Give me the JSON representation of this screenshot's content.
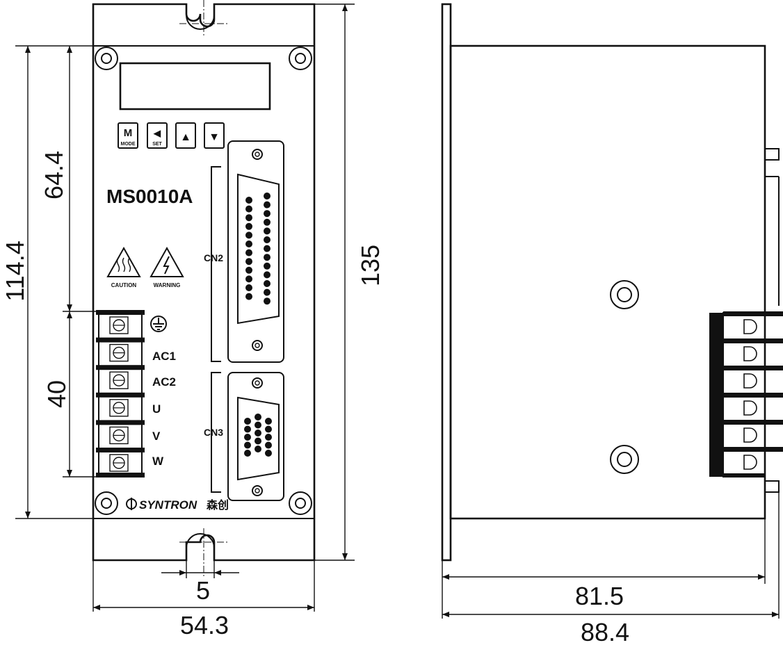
{
  "front_view": {
    "model": "MS0010A",
    "buttons": [
      {
        "symbol": "M",
        "caption": "MODE"
      },
      {
        "symbol": "◀",
        "caption": "SET"
      },
      {
        "symbol": "▲",
        "caption": ""
      },
      {
        "symbol": "▼",
        "caption": ""
      }
    ],
    "hazards": [
      {
        "caption": "CAUTION",
        "icon": "hot-surface-icon"
      },
      {
        "caption": "WARNING",
        "icon": "electric-shock-icon"
      }
    ],
    "connectors": {
      "cn2": "CN2",
      "cn3": "CN3"
    },
    "terminals": [
      "AC1",
      "AC2",
      "U",
      "V",
      "W"
    ],
    "ground_icon": "ground-icon",
    "brand": {
      "latin": "SYNTRON",
      "cjk": "森创"
    }
  },
  "dimensions": {
    "overall_height": "135",
    "mount_height": "114.4",
    "upper_height": "64.4",
    "terminal_height": "40",
    "slot_width": "5",
    "width": "54.3",
    "depth_body": "81.5",
    "depth_total": "88.4"
  }
}
